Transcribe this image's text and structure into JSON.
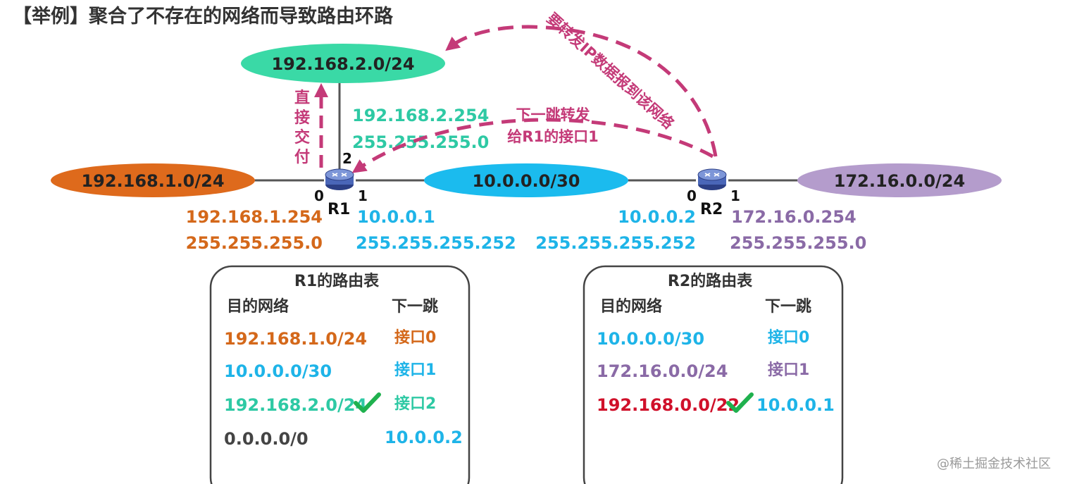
{
  "title": "【举例】聚合了不存在的网络而导致路由环路",
  "colors": {
    "orange": "#d4681a",
    "teal": "#2ec9a4",
    "cyan": "#1eb4e8",
    "purple": "#8a6aa6",
    "magenta": "#c43a78",
    "red": "#d0102a",
    "green": "#1fb14e",
    "dark": "#333333",
    "ellipse_orange": "#de6a1c",
    "ellipse_green": "#3ad9a6",
    "ellipse_cyan": "#1bbbee",
    "ellipse_purple": "#b49ccc"
  },
  "networks": {
    "top": "192.168.2.0/24",
    "left": "192.168.1.0/24",
    "middle": "10.0.0.0/30",
    "right": "172.16.0.0/24"
  },
  "r1": {
    "name": "R1",
    "port0": "0",
    "port1": "1",
    "port2": "2",
    "if0_ip": "192.168.1.254",
    "if0_mask": "255.255.255.0",
    "if1_ip": "10.0.0.1",
    "if1_mask": "255.255.255.252",
    "if2_ip": "192.168.2.254",
    "if2_mask": "255.255.255.0"
  },
  "r2": {
    "name": "R2",
    "port0": "0",
    "port1": "1",
    "if0_ip": "10.0.0.2",
    "if0_mask": "255.255.255.252",
    "if1_ip": "172.16.0.254",
    "if1_mask": "255.255.255.0"
  },
  "annotations": {
    "direct": [
      "直",
      "接",
      "交",
      "付"
    ],
    "next_hop_line1": "下一跳转发",
    "next_hop_line2": "给R1的接口1",
    "forward_ip": "要转发IP数据报到该网络"
  },
  "r1_table": {
    "title": "R1的路由表",
    "col_dest": "目的网络",
    "col_next": "下一跳",
    "rows": [
      {
        "dest": "192.168.1.0/24",
        "next": "接口0"
      },
      {
        "dest": "10.0.0.0/30",
        "next": "接口1"
      },
      {
        "dest": "192.168.2.0/24",
        "next": "接口2"
      },
      {
        "dest": "0.0.0.0/0",
        "next": "10.0.0.2"
      }
    ]
  },
  "r2_table": {
    "title": "R2的路由表",
    "col_dest": "目的网络",
    "col_next": "下一跳",
    "rows": [
      {
        "dest": "10.0.0.0/30",
        "next": "接口0"
      },
      {
        "dest": "172.16.0.0/24",
        "next": "接口1"
      },
      {
        "dest": "192.168.0.0/22",
        "next": "10.0.0.1"
      }
    ]
  },
  "watermark": "@稀土掘金技术社区"
}
